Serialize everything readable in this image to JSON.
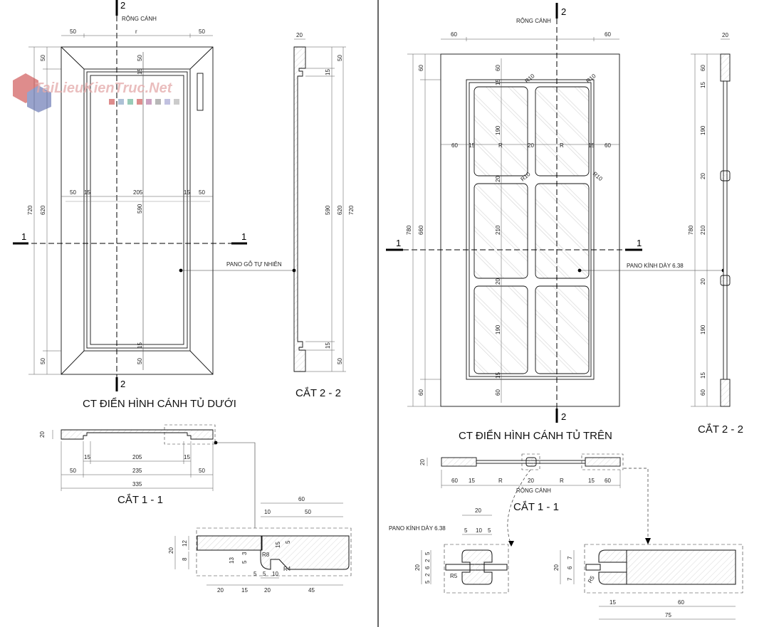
{
  "watermark": {
    "text": "TaiLieuKienTruc.Net"
  },
  "left": {
    "title": "CT ĐIỂN HÌNH CÁNH TỦ DƯỚI",
    "section22_title": "CẮT 2 - 2",
    "section11_title": "CẮT 1 - 1",
    "rong_canh": "RỘNG CÁNH",
    "pano_label": "PANO GỖ TỰ NHIÊN",
    "cut_marks": {
      "v_top": "2",
      "v_bottom": "2",
      "h_left": "1",
      "h_right": "1"
    },
    "top_dims": [
      "50",
      "r",
      "50"
    ],
    "mid_dims": [
      "50",
      "15",
      "205",
      "15",
      "50"
    ],
    "inner_vert": [
      "50",
      "15",
      "590",
      "15",
      "50"
    ],
    "outer_left": [
      "720",
      "620",
      "50",
      "50"
    ],
    "sec22_right": [
      "50",
      "15",
      "590",
      "620",
      "720",
      "15",
      "50"
    ],
    "sec22_top": "20",
    "sec11_left": "20",
    "sec11_dims_row1": [
      "15",
      "205",
      "15"
    ],
    "sec11_dims_row2": [
      "50",
      "235",
      "50"
    ],
    "sec11_dims_row3": "335",
    "detail_top": [
      "60",
      "10",
      "50"
    ],
    "detail_left": [
      "20",
      "12",
      "8"
    ],
    "detail_inner": [
      "13",
      "5",
      "3",
      "R8",
      "15",
      "5",
      "R4"
    ],
    "detail_small": [
      "5",
      "5",
      "10"
    ],
    "detail_bottom": [
      "20",
      "15",
      "20",
      "45"
    ]
  },
  "right": {
    "title": "CT ĐIỂN HÌNH CÁNH TỦ TRÊN",
    "section22_title": "CẮT 2 - 2",
    "section11_title": "CẮT 1 - 1",
    "rong_canh": "RỘNG CÁNH",
    "pano_label": "PANO KÍNH DÀY 6.38",
    "cut_marks": {
      "v_top": "2",
      "v_bottom": "2",
      "h_left": "1",
      "h_right": "1"
    },
    "top_dims": [
      "60",
      "60"
    ],
    "mid_dims": [
      "60",
      "15",
      "R",
      "20",
      "R",
      "15",
      "60"
    ],
    "radii": [
      "R10",
      "R10",
      "R10",
      "R10"
    ],
    "inner_vert": [
      "60",
      "15",
      "190",
      "20",
      "210",
      "20",
      "190",
      "15",
      "60"
    ],
    "outer_left": [
      "780",
      "660",
      "60",
      "60"
    ],
    "sec22_top": "20",
    "sec22_left": [
      "60",
      "15",
      "190",
      "20",
      "210",
      "780",
      "20",
      "190",
      "15",
      "60"
    ],
    "sec11_left": "20",
    "sec11_dims": [
      "60",
      "15",
      "R",
      "20",
      "R",
      "15",
      "60"
    ],
    "detail1_label": "PANO KÍNH DÀY 6.38",
    "detail1_top": [
      "20",
      "5",
      "10",
      "5"
    ],
    "detail1_left": [
      "20",
      "5",
      "2",
      "6",
      "2",
      "5",
      "R5"
    ],
    "detail2_left": [
      "20",
      "7",
      "6",
      "7",
      "R5"
    ],
    "detail2_bottom": [
      "15",
      "60",
      "75"
    ]
  },
  "colors": {
    "line": "#111111",
    "dash": "#333333",
    "watermark": "#c94040"
  }
}
